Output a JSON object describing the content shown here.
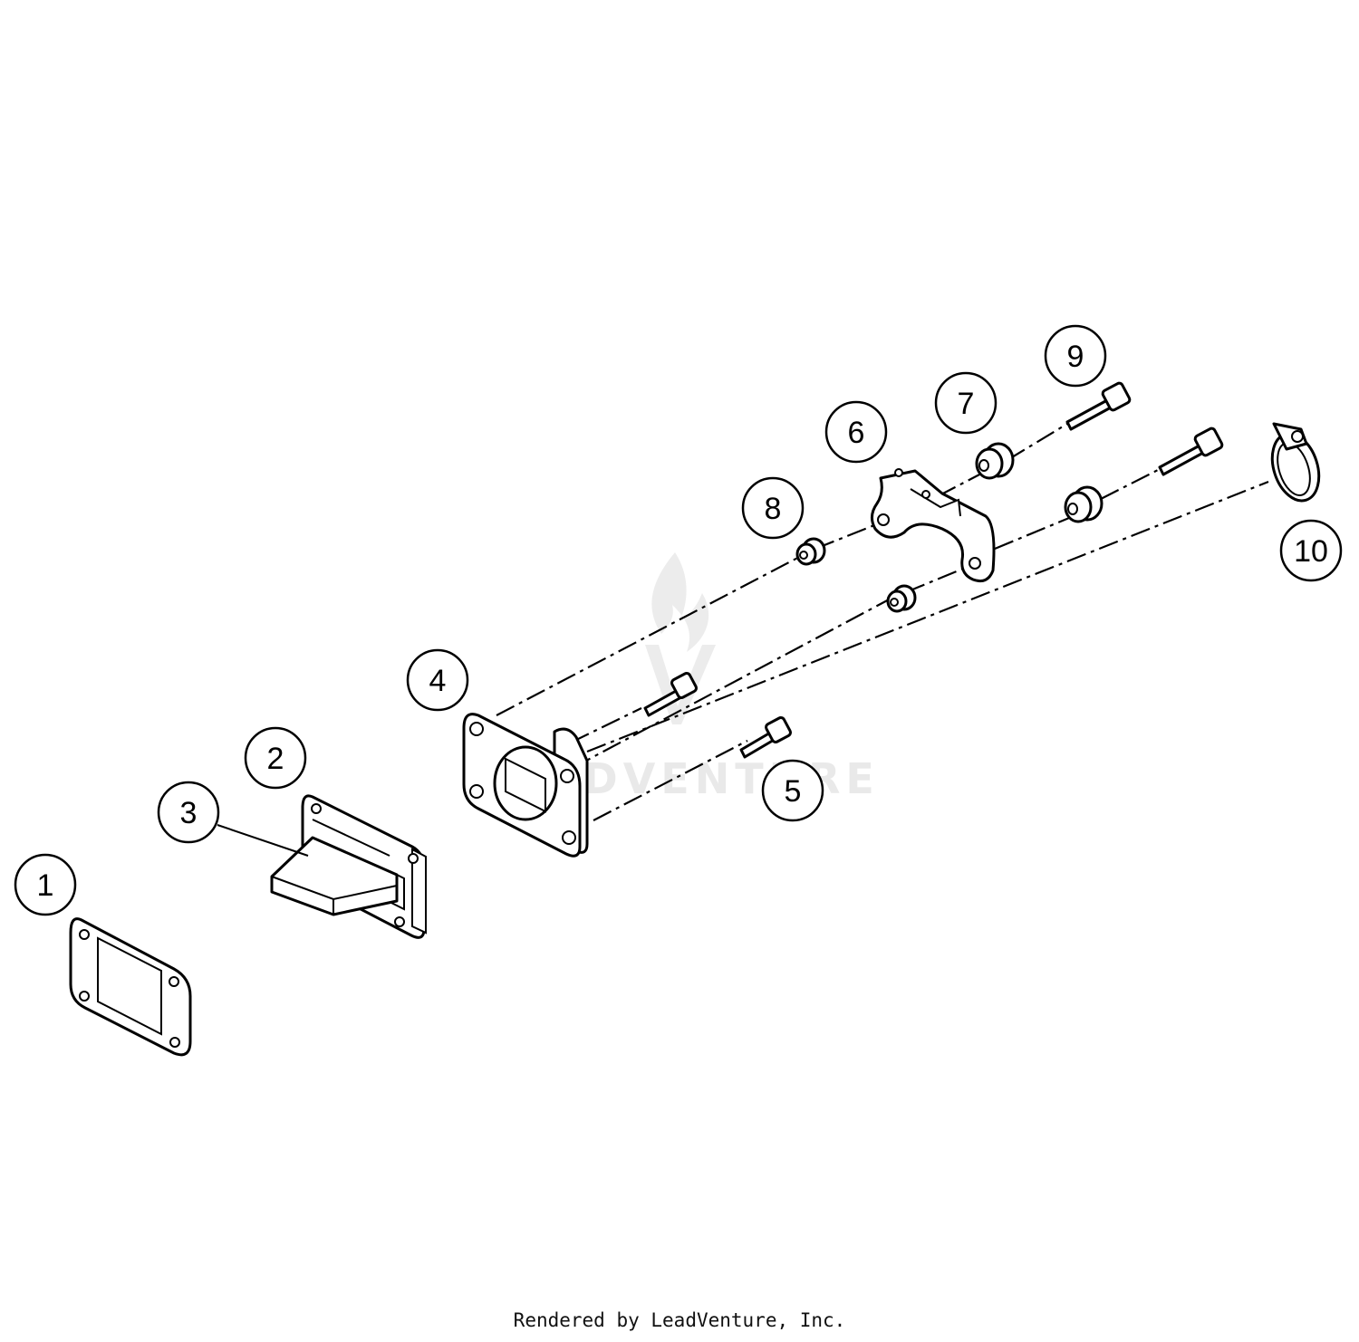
{
  "diagram": {
    "callouts": [
      "1",
      "2",
      "3",
      "4",
      "5",
      "6",
      "7",
      "8",
      "9",
      "10"
    ],
    "parts": [
      "gasket",
      "reed-block",
      "reed-petal",
      "intake-manifold",
      "manifold-bolt",
      "bracket",
      "rubber-damper",
      "bushing",
      "bracket-bolt",
      "hose-clamp"
    ],
    "watermark": "LEADVENTURE"
  },
  "footer": {
    "credit": "Rendered by LeadVenture, Inc."
  }
}
